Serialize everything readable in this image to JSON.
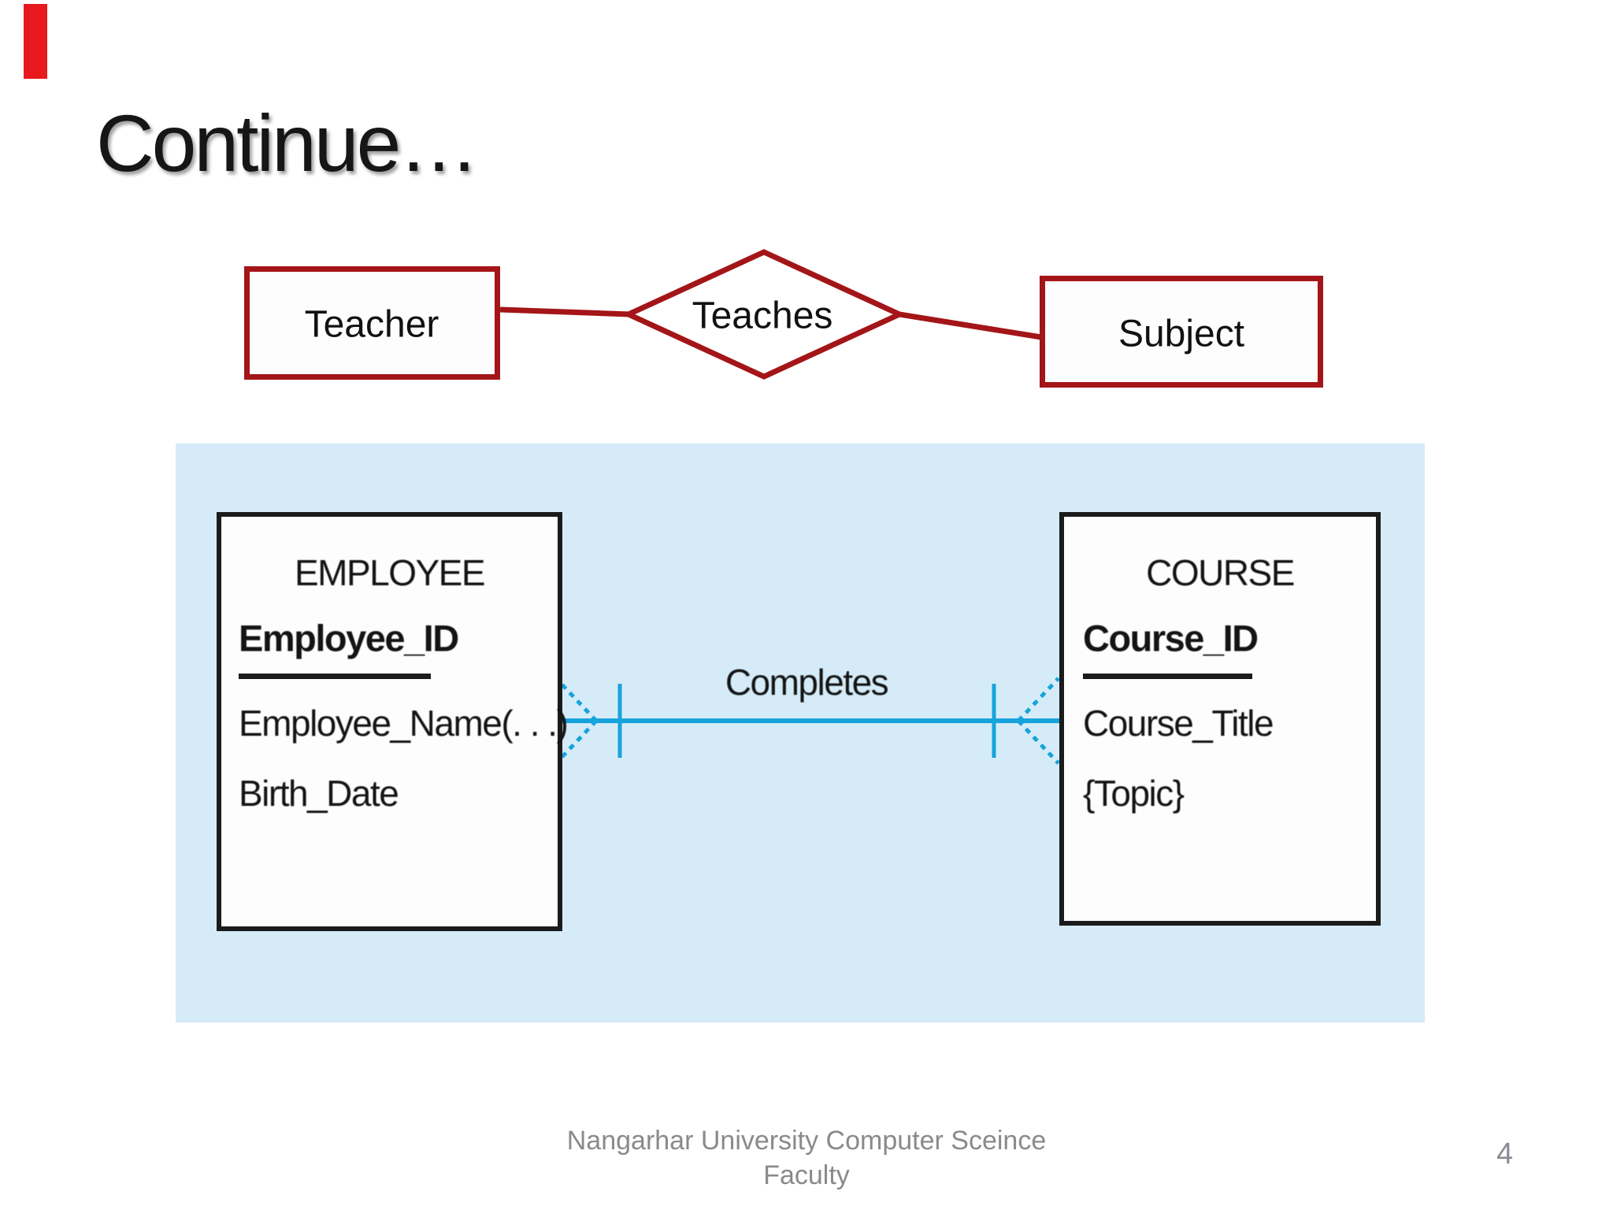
{
  "slide": {
    "title": "Continue…",
    "page_number": "4",
    "footer": {
      "line1": "Nangarhar University Computer Sceince",
      "line2": "Faculty"
    }
  },
  "top_diagram": {
    "entity_left_label": "Teacher",
    "relationship_label": "Teaches",
    "entity_right_label": "Subject",
    "accent_color": "#a31518"
  },
  "bottom_diagram": {
    "panel_color": "#d5ecf8",
    "line_color": "#17a3dc",
    "relationship_label": "Completes",
    "left_cardinality_icon": "crow-foot-with-tick",
    "right_cardinality_icon": "crow-foot-with-tick",
    "employee": {
      "title": "EMPLOYEE",
      "primary_key": "Employee_ID",
      "attributes": [
        "Employee_Name(. . .)",
        "Birth_Date"
      ]
    },
    "course": {
      "title": "COURSE",
      "primary_key": "Course_ID",
      "attributes": [
        "Course_Title",
        "{Topic}"
      ]
    }
  }
}
